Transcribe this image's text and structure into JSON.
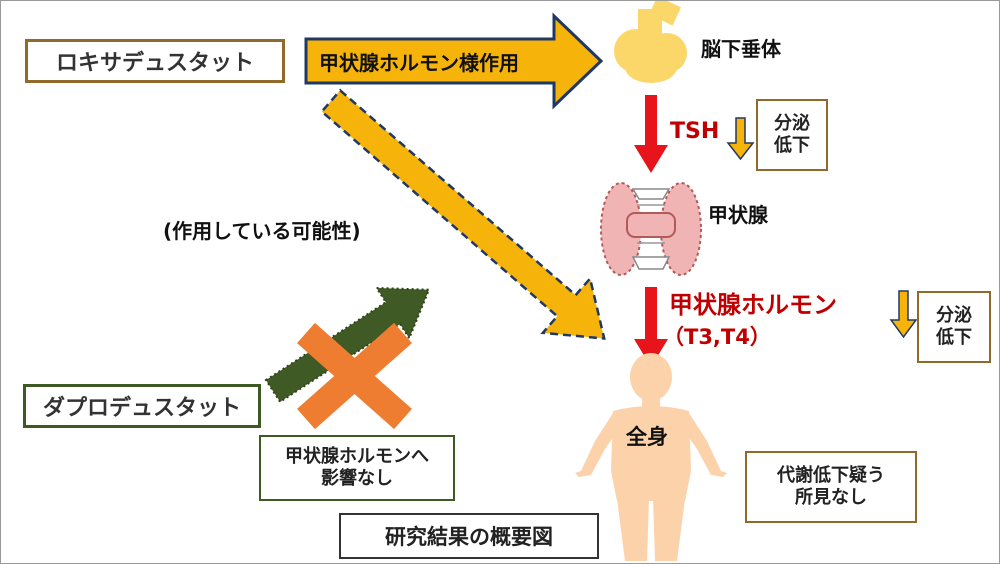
{
  "drugs": {
    "loxi": "ロキサデュスタット",
    "dapro": "ダプロデュスタット"
  },
  "arrows": {
    "thyroid_hormone_like_action": "甲状腺ホルモン様作用",
    "possible_action": "(作用している可能性)"
  },
  "organs": {
    "pituitary": "脳下垂体",
    "thyroid": "甲状腺",
    "whole_body": "全身"
  },
  "hormones": {
    "tsh": "TSH",
    "thyroid_hormone": "甲状腺ホルモン",
    "thyroid_hormone_sub": "（T3,T4）"
  },
  "notes": {
    "secretion_down_1": [
      "分泌",
      "低下"
    ],
    "secretion_down_2": [
      "分泌",
      "低下"
    ],
    "no_thyroid_effect": [
      "甲状腺ホルモンへ",
      "影響なし"
    ],
    "no_metabolic_decline": [
      "代謝低下疑う",
      "所見なし"
    ]
  },
  "caption": "研究結果の概要図",
  "colors": {
    "gold_border": "#8f6a2a",
    "green_border": "#3d5a23",
    "gold_fill": "#f6b40a",
    "dark_green": "#3f5a24",
    "red_arrow": "#e8141b",
    "red_text": "#c00000",
    "orange_x": "#ee7d31",
    "pituitary": "#fbd76a",
    "body": "#fcd2aa"
  },
  "icons": {
    "pituitary": "pituitary-gland-icon",
    "thyroid": "thyroid-gland-icon",
    "body": "human-body-icon"
  }
}
